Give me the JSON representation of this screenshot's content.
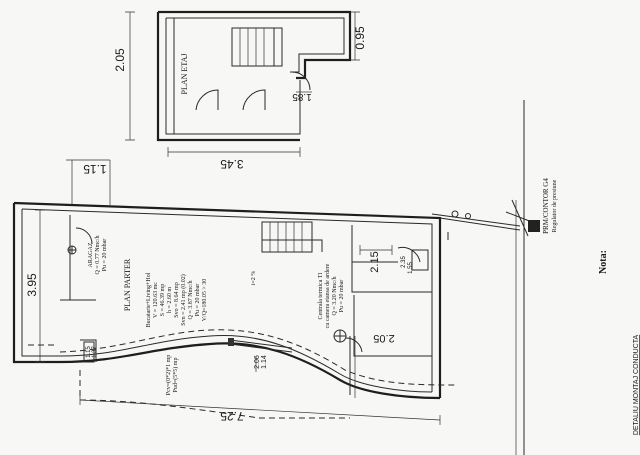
{
  "plan_etaj": {
    "title": "PLAN ETAJ",
    "dim_width": "0.95",
    "dim_height": "2.05",
    "dim_step": "1.85",
    "dim_bottom": "3.45"
  },
  "plan_parter": {
    "title": "PLAN PARTER",
    "dim_top": "1.15",
    "dim_left": "3.95",
    "dim_bottom": "7.25",
    "dim_room_a": "2.15",
    "dim_room_b": "2.05",
    "dim_small_a": "2.35",
    "dim_small_b": "1.55",
    "dim_small_c": "1.15",
    "dim_small_d": "1.37",
    "dim_window_a": "2.06",
    "dim_window_b": "1.14",
    "slope": "i=2 %",
    "aragaz_label": "ARAGAZ",
    "aragaz_q": "Q = 0.77 Nmc/h",
    "aragaz_pu": "Pu = 20 mbar",
    "room_lines": [
      "Bucatarie+Living+Hol",
      "V = 120.63 mc",
      "S = 46.39 mp",
      "h = 2.60 m",
      "Svo = 8.64 mp",
      "Svn = 2.41 mp (0.02)",
      "Q = 3.87 Nmc/h",
      "Pu = 20 mbar",
      "V/Q=180.05 > 30"
    ],
    "centrala_lines": [
      "Centrala termica TI",
      "cu camera etansa de ardere",
      "Q = 3.20 Nmc/h",
      "Pu = 20 mbar"
    ],
    "pcv_lines": [
      "Pcv=(0*2)*1 mp",
      "Pud=(5*5) mp"
    ]
  },
  "regulator": {
    "line1": "PRM/CONTOR G4",
    "line2": "Regulator de presiune"
  },
  "nota": "Nota:",
  "footer": "DETALIU MONTAJ CONDUCTA"
}
